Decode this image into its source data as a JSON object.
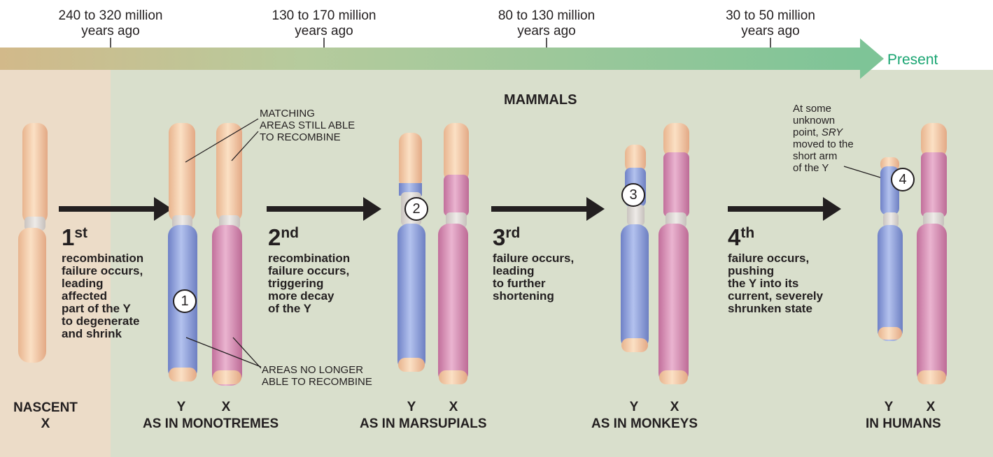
{
  "timeline": {
    "ticks": [
      {
        "line1": "240 to 320 million",
        "line2": "years ago"
      },
      {
        "line1": "130 to 170 million",
        "line2": "years ago"
      },
      {
        "line1": "80 to 130 million",
        "line2": "years ago"
      },
      {
        "line1": "30 to 50 million",
        "line2": "years ago"
      }
    ],
    "present": "Present"
  },
  "group_label": "MAMMALS",
  "callouts": {
    "matching": [
      "MATCHING",
      "AREAS STILL ABLE",
      "TO RECOMBINE"
    ],
    "no_longer": [
      "AREAS NO LONGER",
      "ABLE TO RECOMBINE"
    ],
    "sry": {
      "line1": "At some",
      "line2": "unknown",
      "line3": "point,",
      "gene": "SRY",
      "line4": "moved to the",
      "line5": "short arm",
      "line6": "of the Y"
    }
  },
  "steps": [
    {
      "num": "1",
      "sup": "st",
      "lines": [
        "recombination",
        "failure occurs,",
        "leading",
        "affected",
        "part of the Y",
        "to degenerate",
        "and shrink"
      ]
    },
    {
      "num": "2",
      "sup": "nd",
      "lines": [
        "recombination",
        "failure occurs,",
        "triggering",
        "more decay",
        "of the Y"
      ]
    },
    {
      "num": "3",
      "sup": "rd",
      "lines": [
        "failure occurs,",
        "leading",
        "to further",
        "shortening"
      ]
    },
    {
      "num": "4",
      "sup": "th",
      "lines": [
        "failure occurs,",
        "pushing",
        "the Y into its",
        "current, severely",
        "shrunken state"
      ]
    }
  ],
  "markers": [
    "1",
    "2",
    "3",
    "4"
  ],
  "chromosome_labels": {
    "y": "Y",
    "x": "X"
  },
  "stages": {
    "nascent": [
      "NASCENT",
      "X"
    ],
    "monotremes": "AS IN MONOTREMES",
    "marsupials": "AS IN MARSUPIALS",
    "monkeys": "AS IN MONKEYS",
    "humans": "IN HUMANS"
  },
  "colors": {
    "ancestral": "#f4c8a4",
    "y_decayed": "#8ea1d9",
    "x_decayed": "#d58fb4",
    "present_green": "#1aa572",
    "timeline_start": "#d2b98a",
    "timeline_end": "#7ec497",
    "background_early": "#ecdcc8",
    "background_mammals": "#d9dfcc"
  }
}
